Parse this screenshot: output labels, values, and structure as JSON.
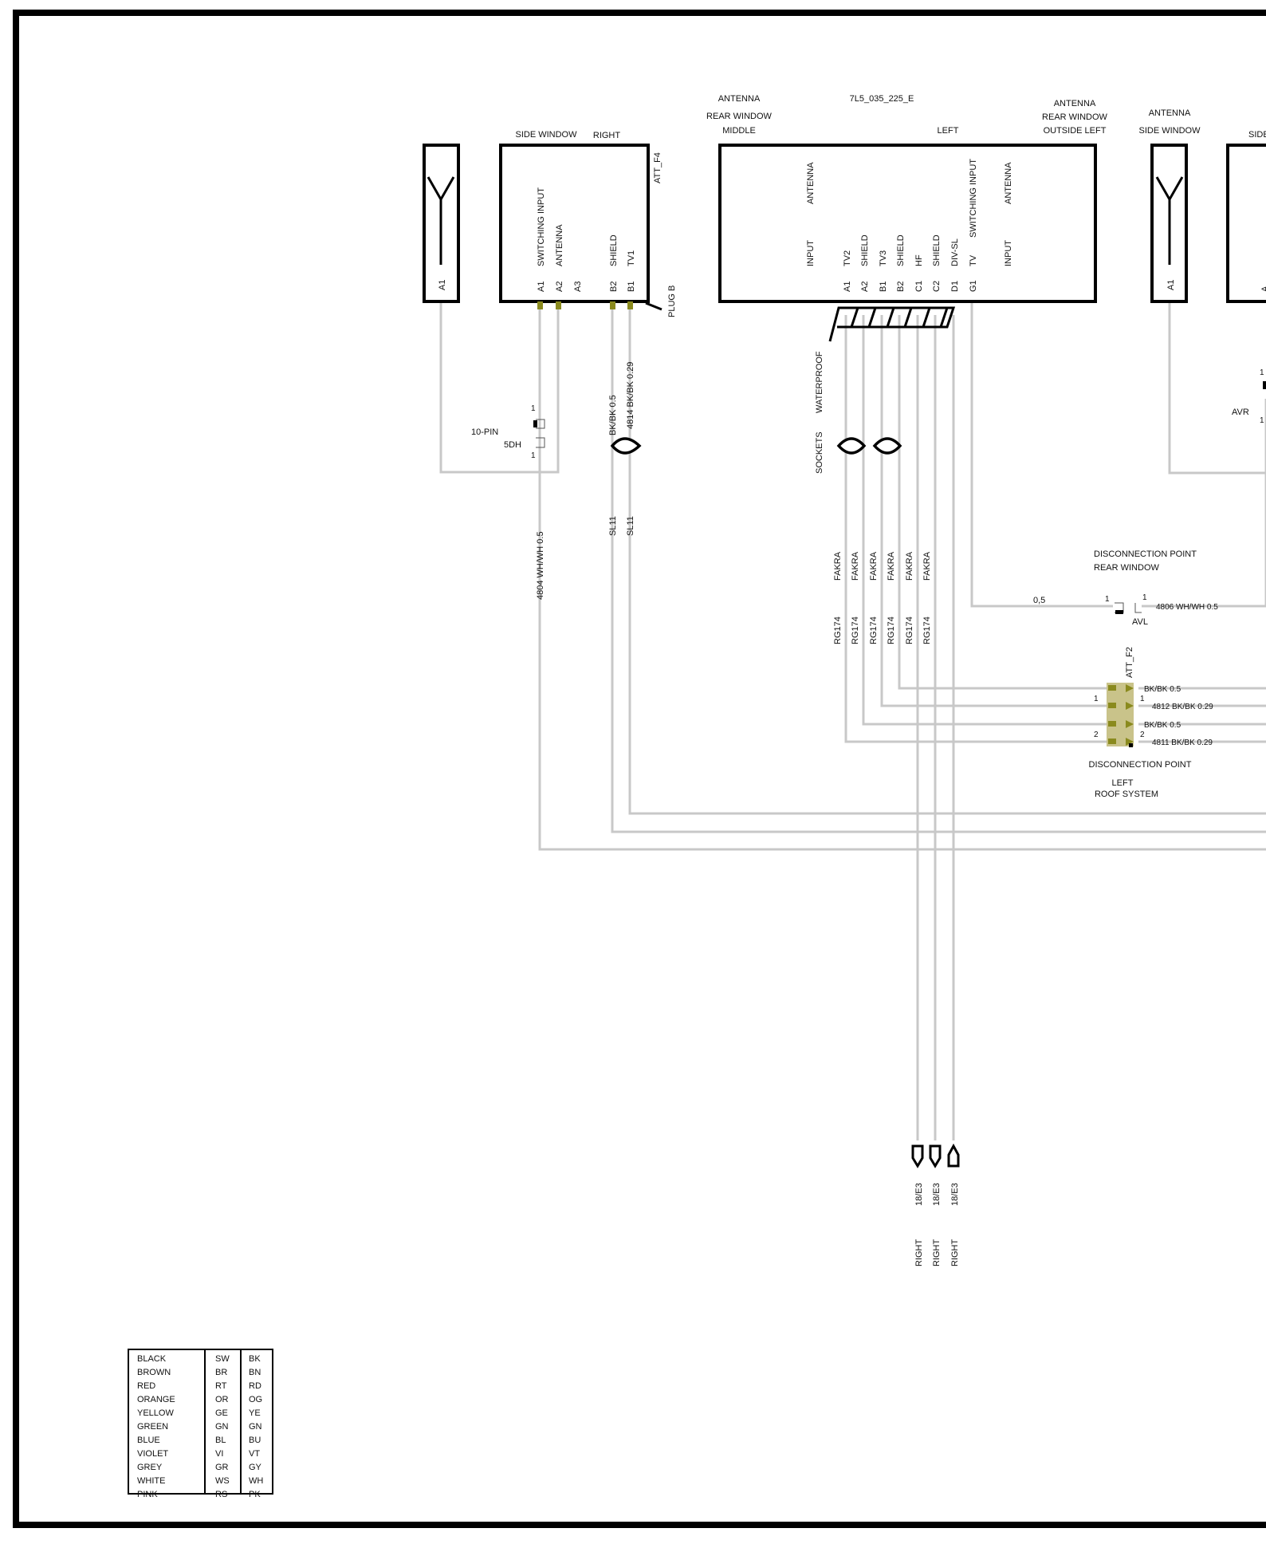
{
  "header": {
    "part_number": "7L5_035_225_E",
    "ant_rear_middle": [
      "ANTENNA",
      "REAR WINDOW",
      "MIDDLE"
    ],
    "ant_rear_outside": [
      "ANTENNA",
      "REAR WINDOW",
      "OUTSIDE LEFT"
    ],
    "left": "LEFT",
    "side_window": "SIDE WINDOW",
    "right": "RIGHT",
    "ant_side": [
      "ANTENNA",
      "SIDE WINDOW"
    ],
    "side_cut": "SIDE"
  },
  "components": {
    "ant_left": {
      "pin": "A1"
    },
    "att_f4": {
      "id": "ATT_F4",
      "plug": "PLUG B",
      "labels": [
        "SWITCHING INPUT",
        "ANTENNA",
        "SHIELD",
        "TV1"
      ],
      "pins": [
        "A1",
        "A2",
        "A3",
        "B2",
        "B1"
      ]
    },
    "main": {
      "labels": [
        "ANTENNA",
        "INPUT",
        "TV2",
        "SHIELD",
        "TV3",
        "SHIELD",
        "HF",
        "SHIELD",
        "DIV-SL",
        "SWITCHING INPUT",
        "TV",
        "ANTENNA",
        "INPUT"
      ],
      "pins": [
        "A1",
        "A2",
        "B1",
        "B2",
        "C1",
        "C2",
        "D1",
        "G1"
      ]
    },
    "ant_right": {
      "pin": "A1"
    },
    "right_cut": {
      "pin": "A",
      "n1": "1",
      "avr": "AVR",
      "n2": "1"
    }
  },
  "connectors": {
    "pin10": {
      "label": "10-PIN",
      "code": "5DH",
      "n1": "1",
      "n2": "1"
    },
    "waterproof": "WATERPROOF",
    "sockets": "SOCKETS",
    "disc_rear": {
      "title": [
        "DISCONNECTION POINT",
        "REAR WINDOW"
      ],
      "avl": "AVL",
      "n1": "1",
      "n2": "1",
      "gauge": "0,5",
      "wire": "4806 WH/WH 0.5"
    },
    "att_f2": {
      "id": "ATT_F2",
      "title": [
        "DISCONNECTION POINT",
        "LEFT",
        "ROOF SYSTEM"
      ],
      "wires": [
        "BK/BK 0.5",
        "4812 BK/BK 0.29",
        "BK/BK 0.5",
        "4811 BK/BK 0.29"
      ],
      "n_left": [
        "1",
        "2"
      ],
      "n_right": [
        "1",
        "2"
      ]
    }
  },
  "wire_labels": {
    "w4804": "4804 WH/WH 0.5",
    "bk05": "BK/BK 0.5",
    "w4814": "4814 BK/BK 0.29",
    "sl11a": "SL11",
    "sl11b": "SL11",
    "fakra": [
      "FAKRA",
      "FAKRA",
      "FAKRA",
      "FAKRA",
      "FAKRA",
      "FAKRA"
    ],
    "rg174": [
      "RG174",
      "RG174",
      "RG174",
      "RG174",
      "RG174",
      "RG174"
    ],
    "ends": [
      "18/E3",
      "18/E3",
      "18/E3"
    ],
    "ends_right": [
      "RIGHT",
      "RIGHT",
      "RIGHT"
    ]
  },
  "legend": [
    [
      "BLACK",
      "SW",
      "BK"
    ],
    [
      "BROWN",
      "BR",
      "BN"
    ],
    [
      "RED",
      "RT",
      "RD"
    ],
    [
      "ORANGE",
      "OR",
      "OG"
    ],
    [
      "YELLOW",
      "GE",
      "YE"
    ],
    [
      "GREEN",
      "GN",
      "GN"
    ],
    [
      "BLUE",
      "BL",
      "BU"
    ],
    [
      "VIOLET",
      "VI",
      "VT"
    ],
    [
      "GREY",
      "GR",
      "GY"
    ],
    [
      "WHITE",
      "WS",
      "WH"
    ],
    [
      "PINK",
      "RS",
      "PK"
    ]
  ],
  "colors": {
    "wire": "#c8c8c8",
    "pin": "#8a8a1e"
  }
}
